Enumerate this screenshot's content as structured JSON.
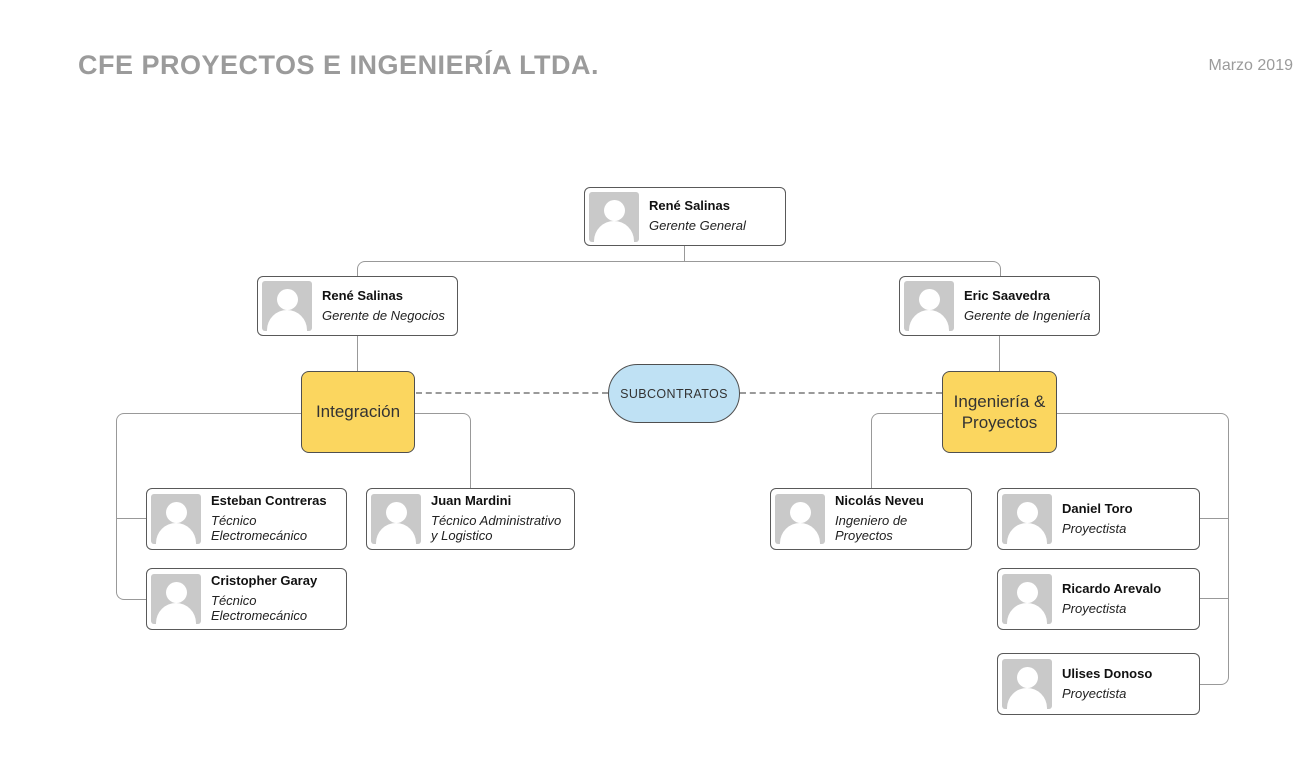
{
  "header": {
    "title": "CFE PROYECTOS E INGENIERÍA LTDA.",
    "date": "Marzo 2019"
  },
  "people": [
    {
      "name": "René Salinas",
      "role": "Gerente General"
    },
    {
      "name": "René Salinas",
      "role": "Gerente de Negocios"
    },
    {
      "name": "Eric Saavedra",
      "role": "Gerente de Ingeniería"
    },
    {
      "name": "Esteban Contreras",
      "role": "Técnico Electromecánico"
    },
    {
      "name": "Juan Mardini",
      "role": "Técnico Administrativo y Logistico"
    },
    {
      "name": "Cristopher Garay",
      "role": "Técnico Electromecánico"
    },
    {
      "name": "Nicolás Neveu",
      "role": "Ingeniero de Proyectos"
    },
    {
      "name": "Daniel Toro",
      "role": "Proyectista"
    },
    {
      "name": "Ricardo Arevalo",
      "role": "Proyectista"
    },
    {
      "name": "Ulises Donoso",
      "role": "Proyectista"
    }
  ],
  "groups": [
    {
      "label": "Integración"
    },
    {
      "label": "Ingeniería & Proyectos"
    }
  ],
  "subcontracts": {
    "label": "SUBCONTRATOS"
  },
  "colors": {
    "group_yellow": "#fbd65f",
    "subcontracts_blue": "#bfe1f4",
    "node_border": "#595959",
    "connector_gray": "#999999",
    "title_gray": "#9b9b9b",
    "avatar_gray": "#c9c9c9"
  }
}
